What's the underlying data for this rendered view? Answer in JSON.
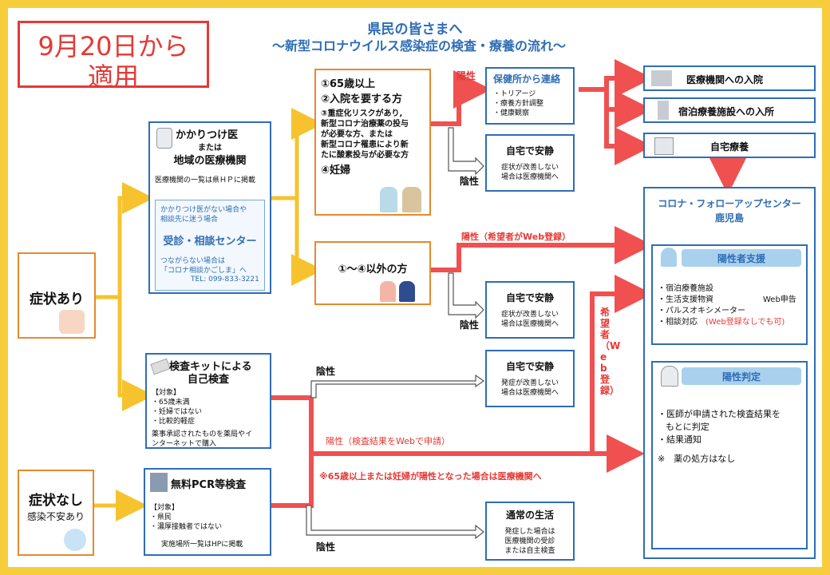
{
  "header": {
    "date_label_1": "9月20日から",
    "date_label_2": "適用",
    "title_1": "県民の皆さまへ",
    "title_2": "～新型コロナウイルス感染症の検査・療養の流れ～"
  },
  "symptom": {
    "label": "症状あり",
    "none_label": "症状なし",
    "none_sub": "感染不安あり"
  },
  "clinic": {
    "title_1": "かかりつけ医",
    "title_2": "または",
    "title_3": "地域の医療機関",
    "note": "医療機関の一覧は県ＨＰに掲載",
    "inner_note_1": "かかりつけ医がない場合や",
    "inner_note_2": "相談先に迷う場合",
    "center": "受診・相談センター",
    "contact_1": "つながらない場合は",
    "contact_2": "「コロナ相談かごしま」へ",
    "tel": "TEL: 099-833-3221"
  },
  "risk": {
    "l1": "①65歳以上",
    "l2": "②入院を要する方",
    "l3a": "③重症化リスクがあり,",
    "l3b": "新型コロナ治療薬の投与",
    "l3c": "が必要な方、または",
    "l3d": "新型コロナ罹患により新",
    "l3e": "たに酸素投与が必要な方",
    "l4": "④妊婦"
  },
  "other": {
    "label": "①～④以外の方"
  },
  "kit": {
    "title_1": "検査キットによる",
    "title_2": "自己検査",
    "target": "【対象】",
    "t1": "・65歳未満",
    "t2": "・妊婦ではない",
    "t3": "・比較的軽症",
    "note_1": "薬事承認されたものを薬局やイ",
    "note_2": "ンターネットで購入"
  },
  "pcr": {
    "title": "無料PCR等検査",
    "target": "【対象】",
    "t1": "・県民",
    "t2": "・濃厚接触者ではない",
    "note": "実施場所一覧はHPに掲載"
  },
  "labels": {
    "positive": "陽性",
    "negative": "陰性",
    "positive_web": "陽性（希望者がWeb登録）",
    "positive_result": "陽性（検査結果をWebで申請）",
    "warning": "※65歳以上または妊婦が陽性となった場合は医療機関へ",
    "kibou": "希望者（Web登録）"
  },
  "hokenjo": {
    "title": "保健所から連絡",
    "i1": "・トリアージ",
    "i2": "・療養方針調整",
    "i3": "・健康観察"
  },
  "home": {
    "title": "自宅で安静",
    "n1": "症状が改善しない",
    "n2": "場合は医療機関へ",
    "n1b": "発症が改善しない"
  },
  "normal": {
    "title": "通常の生活",
    "n1": "発症した場合は",
    "n2": "医療機関の受診",
    "n3": "または自主検査"
  },
  "dest": {
    "hospital": "医療機関への入院",
    "hotel": "宿泊療養施設への入所",
    "home": "自宅療養"
  },
  "followup": {
    "title_1": "コロナ・フォローアップセンター",
    "title_2": "鹿児島",
    "support": "陽性者支援",
    "s1": "・宿泊療養施設",
    "s2": "・生活支援物資",
    "s3": "・パルスオキシメーター",
    "s4": "・相談対応",
    "s4b": "(Web登録なしでも可)",
    "web": "Web申告",
    "judge": "陽性判定",
    "j1": "・医師が申請された検査結果を",
    "j2": "もとに判定",
    "j3": "・結果通知",
    "j4": "※　薬の処方はなし"
  },
  "colors": {
    "orange": "#e58a2c",
    "blue": "#2e6db5",
    "red": "#e53935",
    "yellow": "#f6c32e",
    "frame": "#f6cd3c"
  }
}
